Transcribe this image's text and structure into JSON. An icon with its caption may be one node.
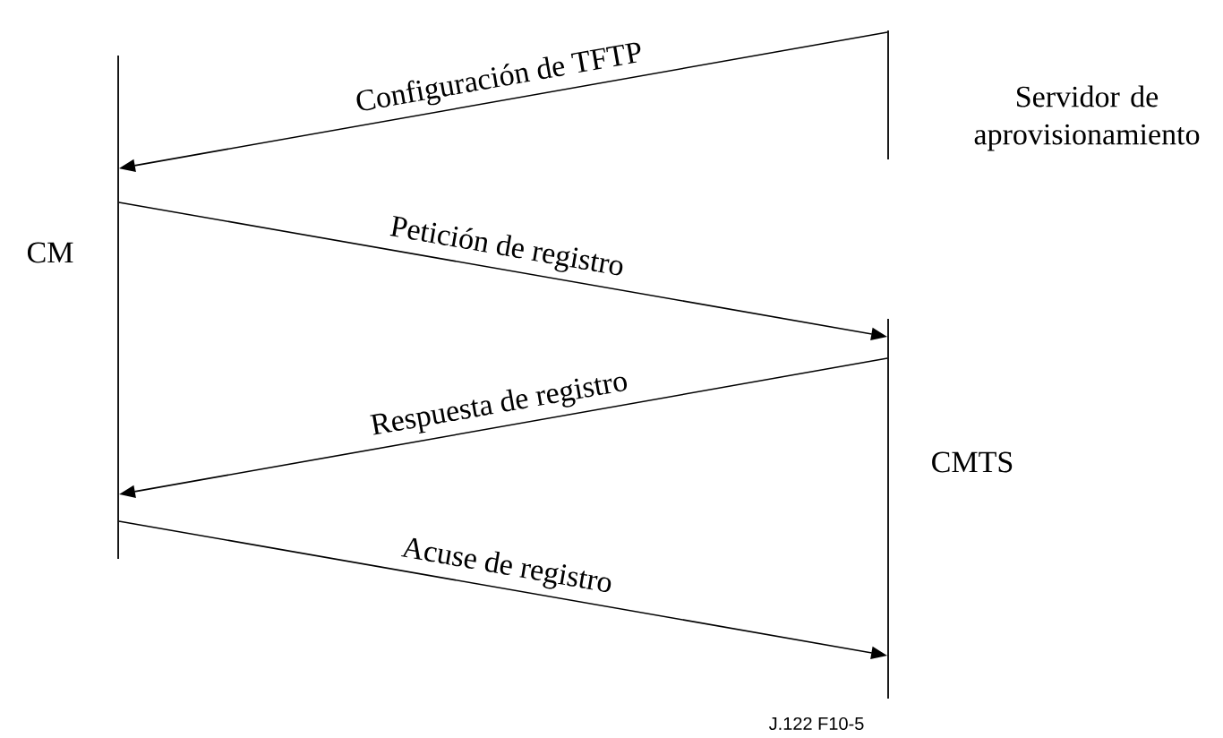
{
  "diagram": {
    "nodes": [
      {
        "text": [],
        "shape": "bar",
        "beside": [
          "CM"
        ]
      },
      {
        "text": [],
        "shape": "bar",
        "beside": [
          "Servidor de aprovisionamiento"
        ]
      },
      {
        "text": [],
        "shape": "bar",
        "beside": [
          "CMTS"
        ]
      }
    ],
    "edges": [
      {
        "from": 1,
        "to": 0,
        "arrow": "to",
        "label": "Configuración de TFTP"
      },
      {
        "from": 0,
        "to": 2,
        "arrow": "to",
        "label": "Petición de registro"
      },
      {
        "from": 2,
        "to": 0,
        "arrow": "to",
        "label": "Respuesta de registro"
      },
      {
        "from": 0,
        "to": 2,
        "arrow": "to",
        "label": "Acuse de registro"
      }
    ],
    "labels": [
      "J.122  F10-5"
    ]
  }
}
